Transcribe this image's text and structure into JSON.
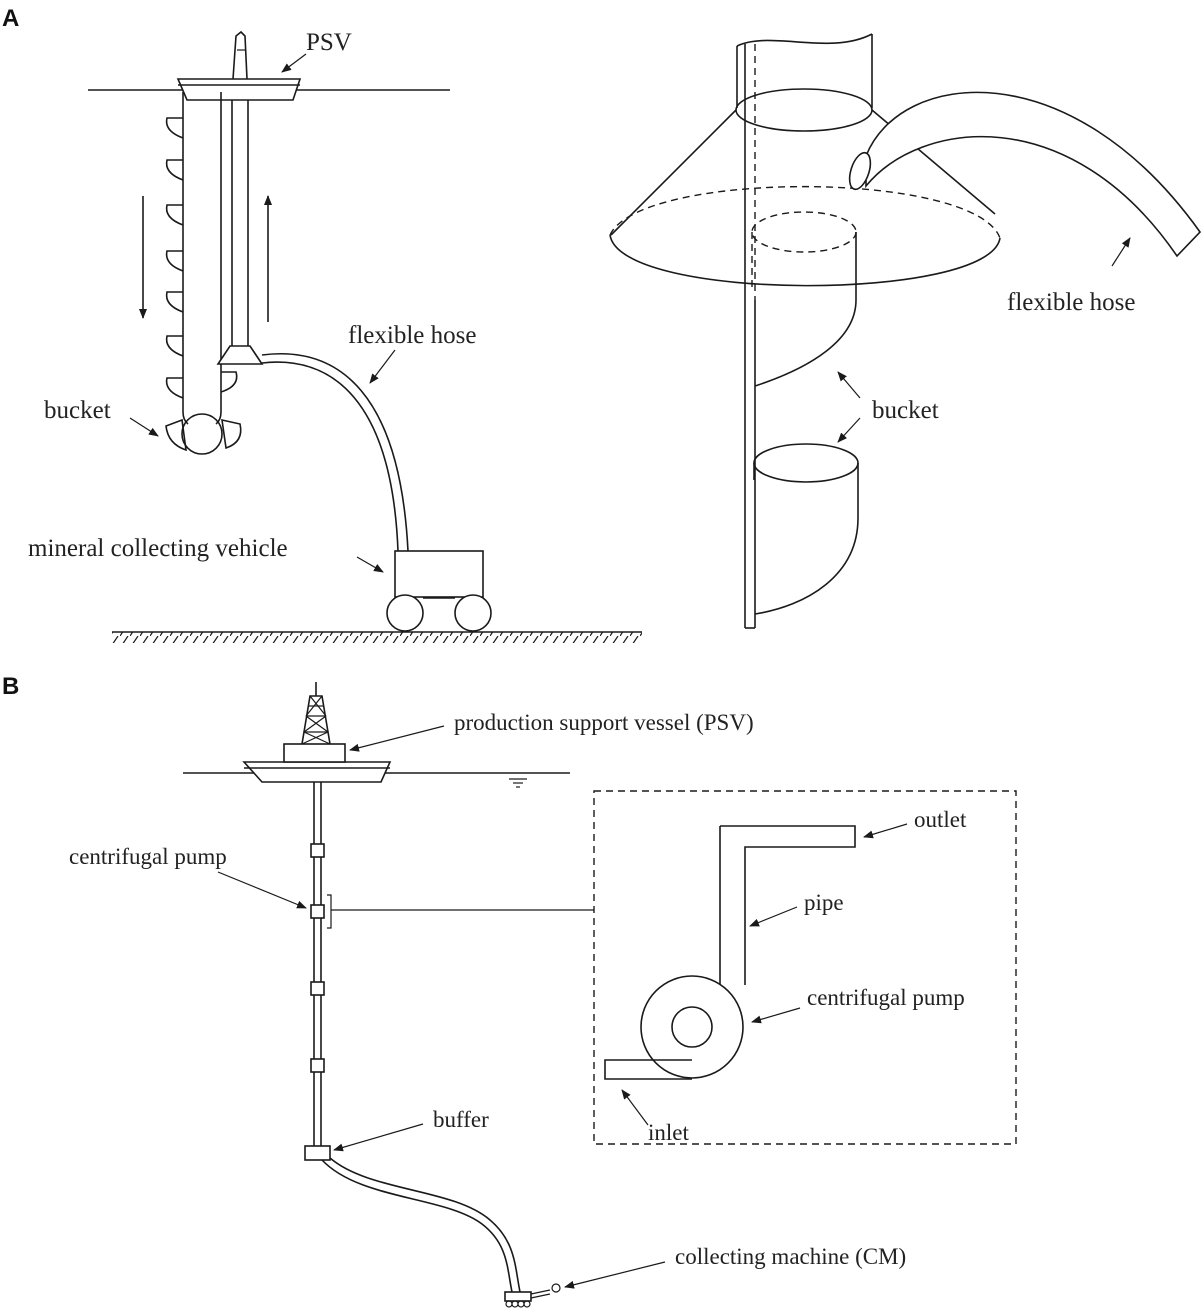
{
  "panel_a": {
    "letter": "A",
    "labels": {
      "psv": "PSV",
      "flexible_hose": "flexible hose",
      "bucket": "bucket",
      "mineral_collecting_vehicle": "mineral collecting vehicle",
      "detail_flexible_hose": "flexible hose",
      "detail_bucket": "bucket"
    }
  },
  "panel_b": {
    "letter": "B",
    "labels": {
      "psv": "production support vessel (PSV)",
      "centrifugal_pump": "centrifugal pump",
      "buffer": "buffer",
      "collecting_machine": "collecting machine (CM)",
      "outlet": "outlet",
      "pipe": "pipe",
      "detail_centrifugal_pump": "centrifugal pump",
      "inlet": "inlet"
    }
  }
}
